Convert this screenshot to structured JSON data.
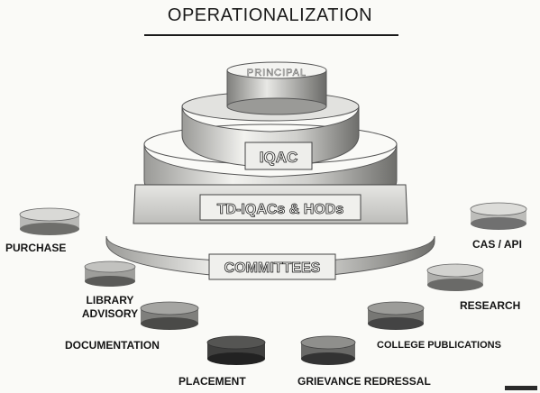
{
  "title": "OPERATIONALIZATION",
  "tiers": {
    "principal": "PRINCIPAL",
    "iqac": "IQAC",
    "td_iqacs": "TD-IQACs & HODs",
    "committees": "COMMITTEES"
  },
  "committees": {
    "purchase": "PURCHASE",
    "library_advisory_line1": "LIBRARY",
    "library_advisory_line2": "ADVISORY",
    "documentation": "DOCUMENTATION",
    "placement": "PLACEMENT",
    "grievance_redressal": "GRIEVANCE REDRESSAL",
    "college_publications": "COLLEGE PUBLICATIONS",
    "research": "RESEARCH",
    "cas_api": "CAS / API"
  },
  "colors": {
    "ink": "#1a1a1a",
    "disc_light": "#d9d9d6",
    "disc_mid": "#8f8f8c",
    "disc_dark": "#4a4a48",
    "disc_darkest": "#2b2b2a"
  }
}
